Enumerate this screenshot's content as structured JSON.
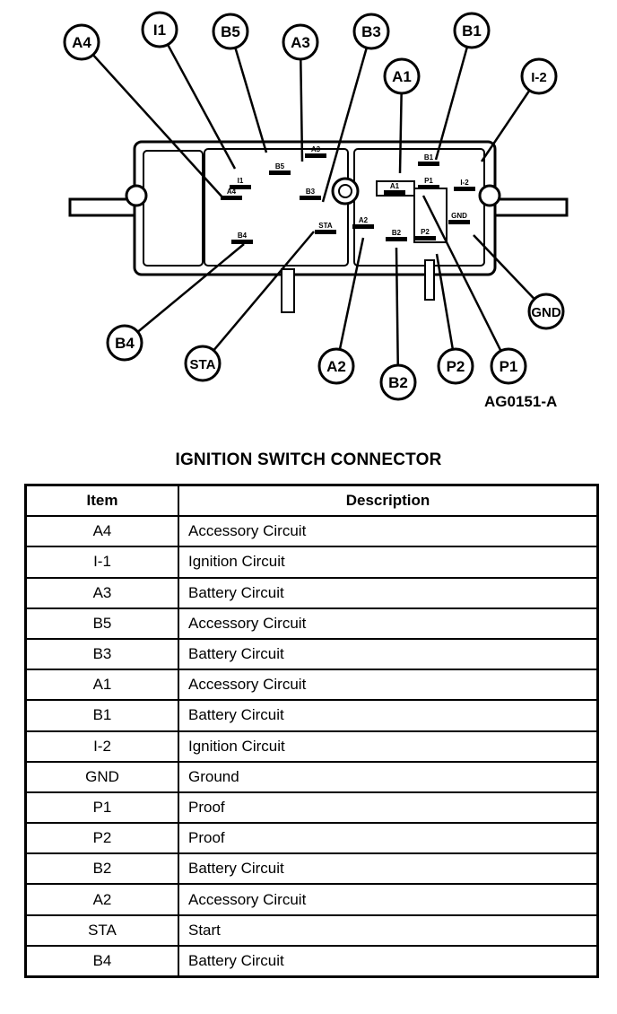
{
  "diagram": {
    "figure_code": "AG0151-A",
    "callouts": [
      "A4",
      "I1",
      "B5",
      "A3",
      "B3",
      "A1",
      "B1",
      "I-2",
      "GND",
      "P1",
      "P2",
      "B2",
      "A2",
      "STA",
      "B4"
    ],
    "pin_labels": [
      "A4",
      "I1",
      "B5",
      "A3",
      "B3",
      "A1",
      "B1",
      "I-2",
      "P1",
      "GND",
      "P2",
      "B2",
      "A2",
      "STA",
      "B4"
    ]
  },
  "table": {
    "title": "IGNITION SWITCH CONNECTOR",
    "headers": {
      "item": "Item",
      "description": "Description"
    },
    "rows": [
      {
        "item": "A4",
        "description": "Accessory Circuit"
      },
      {
        "item": "I-1",
        "description": "Ignition Circuit"
      },
      {
        "item": "A3",
        "description": "Battery Circuit"
      },
      {
        "item": "B5",
        "description": "Accessory Circuit"
      },
      {
        "item": "B3",
        "description": "Battery Circuit"
      },
      {
        "item": "A1",
        "description": "Accessory Circuit"
      },
      {
        "item": "B1",
        "description": "Battery Circuit"
      },
      {
        "item": "I-2",
        "description": "Ignition Circuit"
      },
      {
        "item": "GND",
        "description": "Ground"
      },
      {
        "item": "P1",
        "description": "Proof"
      },
      {
        "item": "P2",
        "description": "Proof"
      },
      {
        "item": "B2",
        "description": "Battery Circuit"
      },
      {
        "item": "A2",
        "description": "Accessory Circuit"
      },
      {
        "item": "STA",
        "description": "Start"
      },
      {
        "item": "B4",
        "description": "Battery Circuit"
      }
    ]
  }
}
